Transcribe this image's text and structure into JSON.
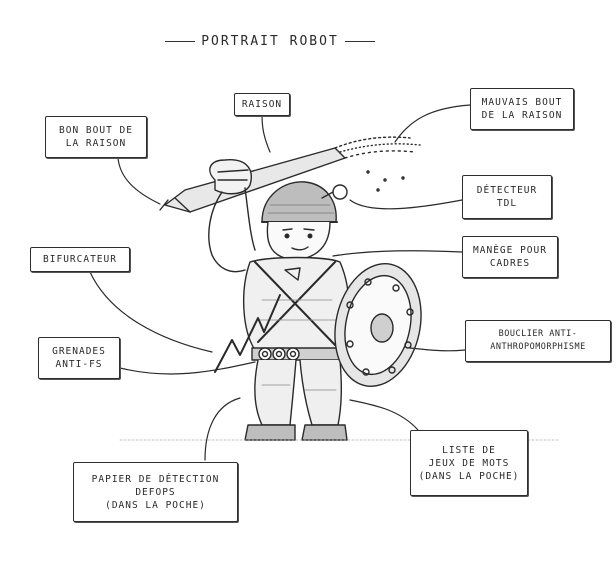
{
  "title": "Portrait Robot",
  "labels": {
    "raison": "Raison",
    "bon_bout": "Bon bout de\nla raison",
    "mauvais_bout": "Mauvais bout\nde la raison",
    "detecteur": "Détecteur\nTDL",
    "bifurcateur": "Bifurcateur",
    "manege": "Manège pour\ncadres",
    "grenades": "Grenades\nanti-FS",
    "bouclier": "Bouclier anti-\nanthropomorphisme",
    "papier": "Papier de détection\ndefops\n(dans la poche)",
    "liste": "Liste de\njeux de mots\n(dans la poche)"
  },
  "colors": {
    "ink": "#2a2a2a",
    "paper": "#ffffff",
    "shade": "#9a9a9a"
  }
}
